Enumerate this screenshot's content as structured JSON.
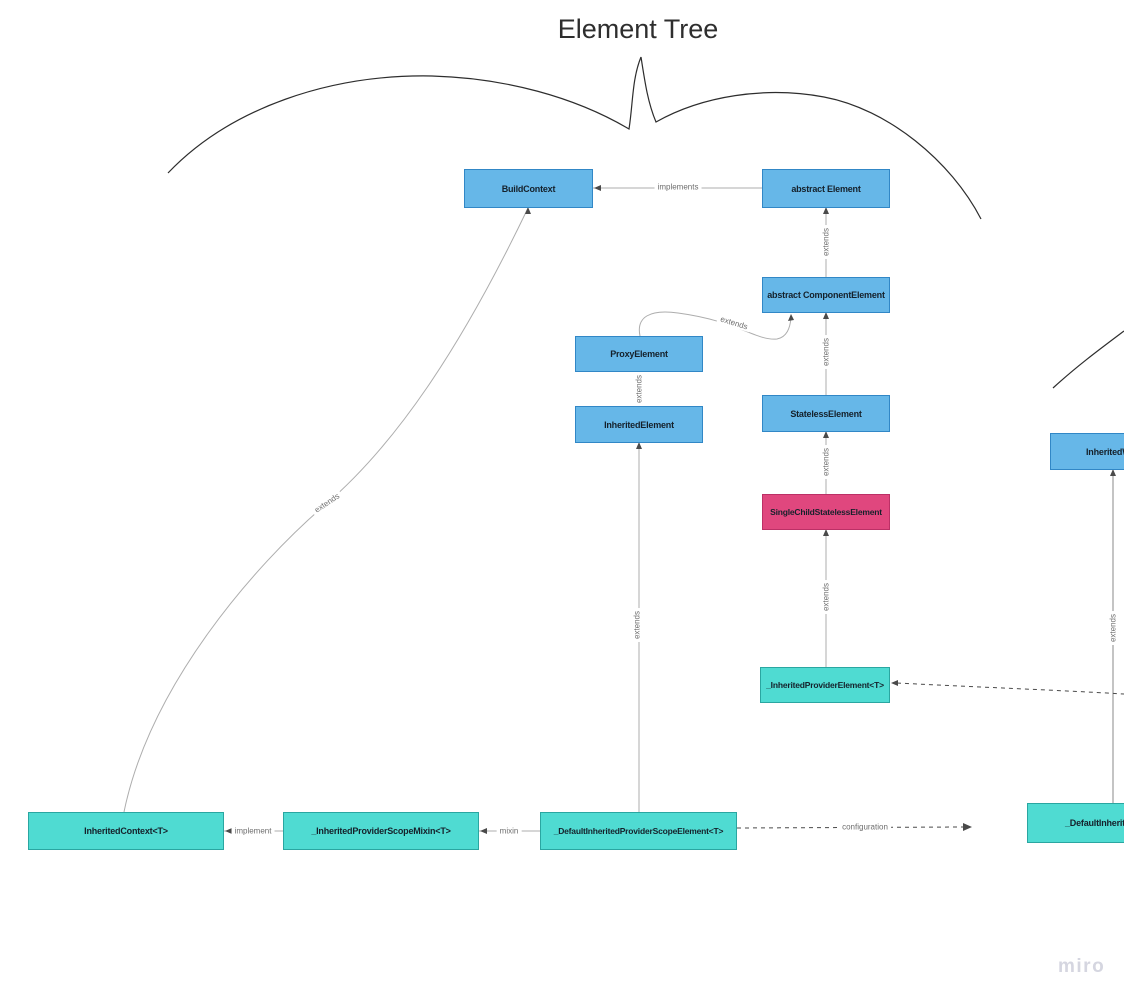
{
  "title": "Element Tree",
  "watermark": "miro",
  "nodes": [
    {
      "id": "build-context",
      "label": "BuildContext",
      "color": "blue"
    },
    {
      "id": "abstract-element",
      "label": "abstract Element",
      "color": "blue"
    },
    {
      "id": "abstract-component-element",
      "label": "abstract ComponentElement",
      "color": "blue"
    },
    {
      "id": "proxy-element",
      "label": "ProxyElement",
      "color": "blue"
    },
    {
      "id": "inherited-element",
      "label": "InheritedElement",
      "color": "blue"
    },
    {
      "id": "stateless-element",
      "label": "StatelessElement",
      "color": "blue"
    },
    {
      "id": "single-child-stateless-element",
      "label": "SingleChildStatelessElement",
      "color": "pink"
    },
    {
      "id": "inherited-provider-element",
      "label": "_InheritedProviderElement<T>",
      "color": "teal"
    },
    {
      "id": "inherited-context",
      "label": "InheritedContext<T>",
      "color": "teal"
    },
    {
      "id": "inherited-provider-scope-mixin",
      "label": "_InheritedProviderScopeMixin<T>",
      "color": "teal"
    },
    {
      "id": "default-inherited-provider-scope-element",
      "label": "_DefaultInheritedProviderScopeElement<T>",
      "color": "teal"
    },
    {
      "id": "inherited-widget-partial",
      "label": "InheritedW",
      "color": "blue"
    },
    {
      "id": "default-inherited-provider-partial",
      "label": "_DefaultInheritedPr",
      "color": "teal"
    }
  ],
  "edge_labels": {
    "implements": "implements",
    "extends": "extends",
    "implement": "implement",
    "mixin": "mixin",
    "configuration": "configuration"
  },
  "colors": {
    "node_blue_fill": "#66b7e8",
    "node_blue_border": "#3187c6",
    "node_teal_fill": "#4fdbd2",
    "node_teal_border": "#2aa6a1",
    "node_pink_fill": "#e0477e",
    "node_pink_border": "#bc3066",
    "connector_line": "#adadad",
    "dashed_line": "#4a4a4a",
    "decorative_curve": "#2d2d2d",
    "edge_label_text": "#6e6e6e",
    "watermark_text": "#d5d6e0"
  }
}
